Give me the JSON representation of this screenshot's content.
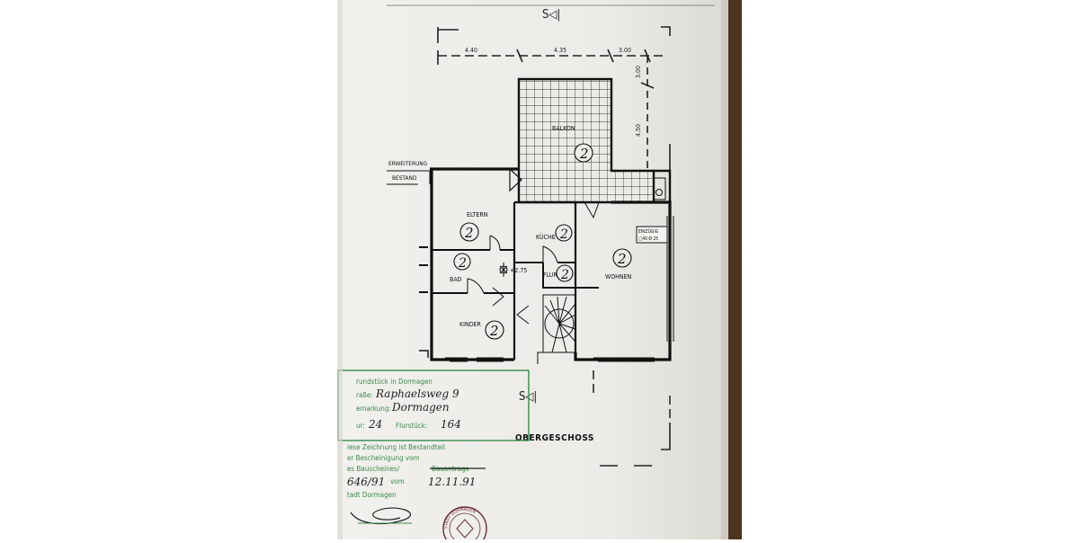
{
  "plan": {
    "section_marker_top": "S◁|",
    "section_marker_bottom": "S◁|",
    "dims": {
      "d1": "4.40",
      "d2": "4.35",
      "d3": "3.00",
      "d4": "3.00",
      "d5": "4.50"
    },
    "height_mark": "+2.75",
    "existing_label_1": "ERWEITERUNG",
    "existing_label_2": "BESTAND",
    "flue_label_1": "EINZÜGIG",
    "flue_label_2": "□40 Ø 25",
    "floor_title": "OBERGESCHOSS"
  },
  "rooms": [
    {
      "name": "BALKON",
      "marker": "2"
    },
    {
      "name": "ELTERN",
      "marker": "2"
    },
    {
      "name": "KÜCHE",
      "marker": "2"
    },
    {
      "name": "BAD",
      "marker": "2"
    },
    {
      "name": "FLUR",
      "marker": "2"
    },
    {
      "name": "WOHNEN",
      "marker": "2"
    },
    {
      "name": "KINDER",
      "marker": "2"
    }
  ],
  "stamp": {
    "line1": "rundstück in Dormagen",
    "line2_prefix": "raße:",
    "line2_value": "Raphaelsweg 9",
    "line3_prefix": "emarkung:",
    "line3_value": "Dormagen",
    "line4_prefix": "ur:",
    "line4_value": "24",
    "line4_mid": "Flurstück:",
    "line4_value2": "164"
  },
  "certification": {
    "line1": "iese Zeichnung ist Bestandteil",
    "line2": "er Bescheinigung vom",
    "line3_prefix": "es Bauscheines/",
    "line3_strike": "Bauantrags",
    "line4_num": "646/91",
    "line4_mid": "vom",
    "line4_date": "12.11.91",
    "line5": "tadt Dormagen",
    "seal_text": "STADT DORMAGEN"
  }
}
